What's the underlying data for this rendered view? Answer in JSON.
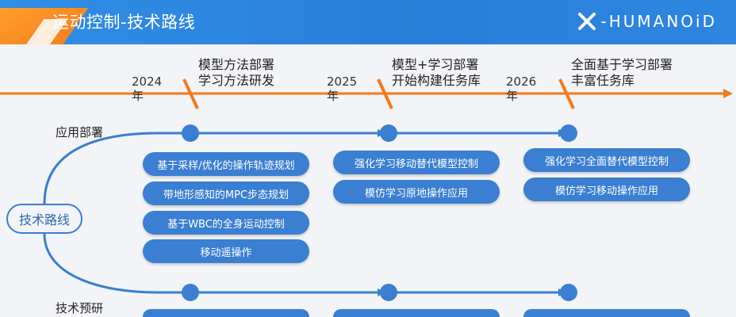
{
  "header": {
    "title": "运动控制-技术路线",
    "brand": "-HUMANOiD"
  },
  "timeline": {
    "years": [
      {
        "year": "2024",
        "suffix": "年",
        "milestone_line1": "模型方法部署",
        "milestone_line2": "学习方法研发"
      },
      {
        "year": "2025",
        "suffix": "年",
        "milestone_line1": "模型+学习部署",
        "milestone_line2": "开始构建任务库"
      },
      {
        "year": "2026",
        "suffix": "年",
        "milestone_line1": "全面基于学习部署",
        "milestone_line2": "丰富任务库"
      }
    ]
  },
  "root": {
    "label": "技术路线"
  },
  "rows": [
    {
      "label": "应用部署"
    },
    {
      "label": "技术预研"
    }
  ],
  "pills": {
    "col2024": [
      "基于采样/优化的操作轨迹规划",
      "带地形感知的MPC步态规划",
      "基于WBC的全身运动控制",
      "移动遥操作"
    ],
    "col2025": [
      "强化学习移动替代模型控制",
      "模仿学习原地操作应用"
    ],
    "col2026": [
      "强化学习全面替代模型控制",
      "模仿学习移动操作应用"
    ]
  },
  "colors": {
    "header_blue": "#2f8ee6",
    "accent_orange": "#f47a1a",
    "pill_blue": "#3a7fd2"
  }
}
